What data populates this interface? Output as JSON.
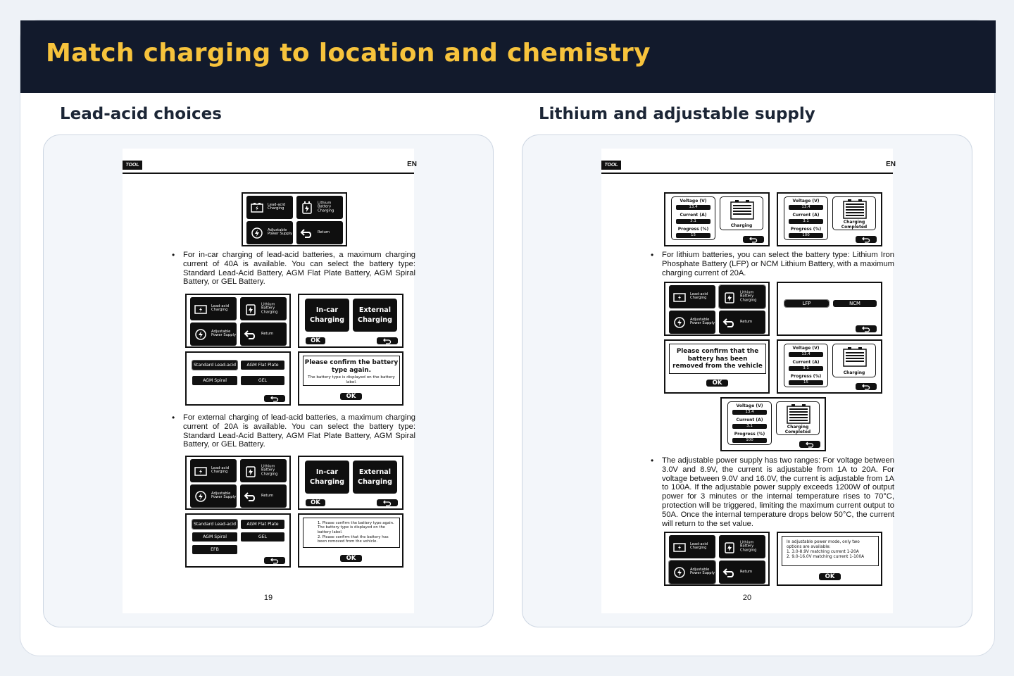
{
  "title": "Match charging to location and chemistry",
  "left": {
    "heading": "Lead-acid choices",
    "header_logo": "TOOL",
    "header_lang": "EN",
    "page_number": "19",
    "bullet1": "For in-car charging of lead-acid batteries, a maximum charging current of 40A is available. You can select the battery type: Standard Lead-Acid Battery, AGM Flat Plate Battery, AGM Spiral Battery, or GEL Battery.",
    "bullet2": "For external charging of lead-acid batteries, a maximum charging current of 20A is available. You can select the battery type: Standard Lead-Acid Battery, AGM Flat Plate Battery, AGM Spiral Battery, or GEL Battery.",
    "menu": {
      "lead_acid": "Lead-acid Charging",
      "lithium": "Lithium Battery Charging",
      "adjustable": "Adjustable Power Supply",
      "return": "Return"
    },
    "location": {
      "in_car": "In-car Charging",
      "external": "External Charging",
      "ok": "OK"
    },
    "types": {
      "standard": "Standard Lead-acid",
      "agm_flat": "AGM Flat Plate",
      "agm_spiral": "AGM Spiral",
      "gel": "GEL",
      "efb": "EFB"
    },
    "confirm1": {
      "title": "Please confirm the battery type again.",
      "note": "The battery type is displayed on the battery label.",
      "ok": "OK"
    },
    "confirm2": {
      "item1": "1. Please confirm the battery type again. The battery type is displayed on the battery label.",
      "item2": "2. Please confirm that the battery has been removed from the vehicle.",
      "ok": "OK"
    }
  },
  "right": {
    "heading": "Lithium and adjustable supply",
    "header_logo": "TOOL",
    "header_lang": "EN",
    "page_number": "20",
    "bullet1": "For lithium batteries, you can select the battery type: Lithium Iron Phosphate Battery (LFP) or NCM Lithium Battery, with a maximum charging current of 20A.",
    "bullet2": "The adjustable power supply has two ranges: For voltage between 3.0V and 8.9V, the current is adjustable from 1A to 20A. For voltage between 9.0V and 16.0V, the current is adjustable from 1A to 100A. If the adjustable power supply exceeds 1200W of output power for 3 minutes or the internal temperature rises to 70°C, protection will be triggered, limiting the maximum current output to 50A. Once the internal temperature drops below 50°C, the current will return to the set value.",
    "meter": {
      "voltage_label": "Voltage (V)",
      "voltage": "13.4",
      "current_label": "Current (A)",
      "current": "3.1",
      "progress_label": "Progress (%)",
      "progress_a": "15",
      "progress_b": "100",
      "charging": "Charging",
      "completed": "Charging Completed"
    },
    "lithium_types": {
      "lfp": "LFP",
      "ncm": "NCM"
    },
    "confirm": {
      "title": "Please confirm that the battery has been removed from the vehicle",
      "ok": "OK"
    },
    "adjust_info": {
      "line1": "In adjustable power mode, only two options are available:",
      "line2": "1. 3.0-8.9V matching current 1-20A",
      "line3": "2. 9.0-16.0V matching current 1-100A",
      "ok": "OK"
    }
  }
}
